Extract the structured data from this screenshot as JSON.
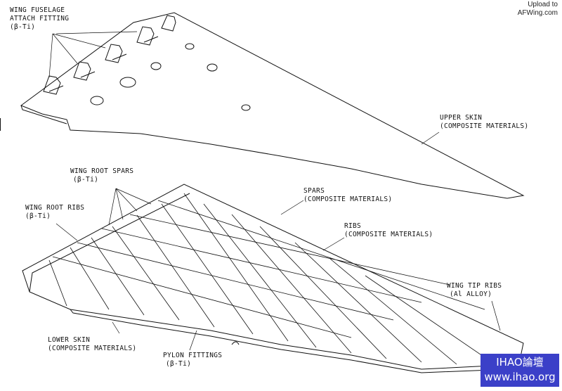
{
  "labels": {
    "fuselage_fitting": [
      "WING FUSELAGE",
      "ATTACH FITTING",
      "(β-Ti)"
    ],
    "upper_skin": [
      "UPPER SKIN",
      "(COMPOSITE MATERIALS)"
    ],
    "wing_root_spars": [
      "WING ROOT SPARS",
      "(β-Ti)"
    ],
    "wing_root_ribs": [
      "WING ROOT RIBS",
      "(β-Ti)"
    ],
    "spars": [
      "SPARS",
      "(COMPOSITE MATERIALS)"
    ],
    "ribs": [
      "RIBS",
      "(COMPOSITE MATERIALS)"
    ],
    "wing_tip_ribs": [
      "WING TIP RIBS",
      "(Al ALLOY)"
    ],
    "lower_skin": [
      "LOWER SKIN",
      "(COMPOSITE MATERIALS)"
    ],
    "pylon_fittings": [
      "PYLON FITTINGS",
      "(β-Ti)"
    ]
  },
  "credit": [
    "Upload to",
    "AFWing.com"
  ],
  "watermark": [
    "IHAO論壇",
    "www.ihao.org"
  ],
  "colors": {
    "line": "#111111",
    "watermark_bg": "#3b40c8"
  }
}
